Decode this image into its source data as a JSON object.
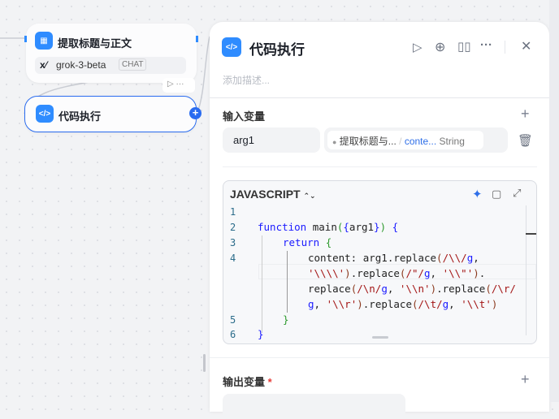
{
  "canvas": {
    "node1": {
      "title": "提取标题与正文",
      "model": "grok-3-beta",
      "model_badge": "CHAT"
    },
    "node2": {
      "title": "代码执行"
    }
  },
  "panel": {
    "title": "代码执行",
    "description_placeholder": "添加描述...",
    "input_section": {
      "title": "输入变量",
      "variables": [
        {
          "name": "arg1",
          "source_node": "提取标题与...",
          "separator": "/",
          "field": "conte...",
          "type": "String"
        }
      ]
    },
    "editor": {
      "language": "JAVASCRIPT",
      "line_numbers": [
        "1",
        "2",
        "3",
        "4",
        "5",
        "6"
      ]
    },
    "output_section": {
      "title": "输出变量",
      "required_mark": "*"
    }
  },
  "colors": {
    "accent": "#2f8cff",
    "node_border": "#2a6cf0"
  }
}
